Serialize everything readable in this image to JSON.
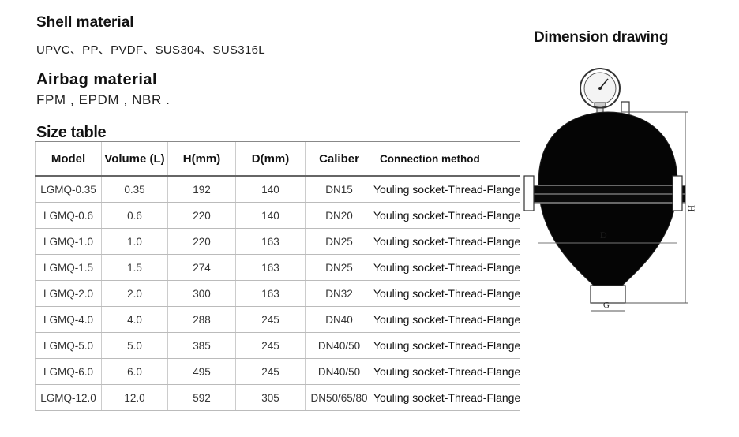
{
  "shell": {
    "heading": "Shell material",
    "value": "UPVC、PP、PVDF、SUS304、SUS316L"
  },
  "airbag": {
    "heading": "Airbag material",
    "value": "FPM , EPDM , NBR ."
  },
  "size_table": {
    "heading": "Size table",
    "columns": [
      "Model",
      "Volume (L)",
      "H(mm)",
      "D(mm)",
      "Caliber",
      "Connection method"
    ],
    "rows": [
      [
        "LGMQ-0.35",
        "0.35",
        "192",
        "140",
        "DN15",
        "Youling socket-Thread-Flange"
      ],
      [
        "LGMQ-0.6",
        "0.6",
        "220",
        "140",
        "DN20",
        "Youling socket-Thread-Flange"
      ],
      [
        "LGMQ-1.0",
        "1.0",
        "220",
        "163",
        "DN25",
        "Youling socket-Thread-Flange"
      ],
      [
        "LGMQ-1.5",
        "1.5",
        "274",
        "163",
        "DN25",
        "Youling socket-Thread-Flange"
      ],
      [
        "LGMQ-2.0",
        "2.0",
        "300",
        "163",
        "DN32",
        "Youling socket-Thread-Flange"
      ],
      [
        "LGMQ-4.0",
        "4.0",
        "288",
        "245",
        "DN40",
        "Youling socket-Thread-Flange"
      ],
      [
        "LGMQ-5.0",
        "5.0",
        "385",
        "245",
        "DN40/50",
        "Youling socket-Thread-Flange"
      ],
      [
        "LGMQ-6.0",
        "6.0",
        "495",
        "245",
        "DN40/50",
        "Youling socket-Thread-Flange"
      ],
      [
        "LGMQ-12.0",
        "12.0",
        "592",
        "305",
        "DN50/65/80",
        "Youling socket-Thread-Flange"
      ]
    ]
  },
  "drawing": {
    "heading": "Dimension drawing",
    "label_h": "H",
    "label_d": "D",
    "label_g": "G"
  }
}
